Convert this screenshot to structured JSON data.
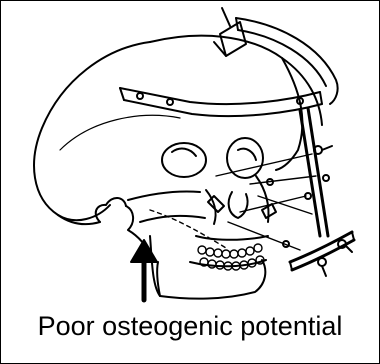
{
  "figure": {
    "caption": "Poor osteogenic potential",
    "subject": "skull-with-external-fixation-frame",
    "colors": {
      "line": "#000000",
      "background": "#ffffff"
    },
    "icons": {
      "arrow": "arrow-up-icon",
      "skull": "skull-drawing",
      "head_frame": "halo-frame-drawing"
    }
  }
}
